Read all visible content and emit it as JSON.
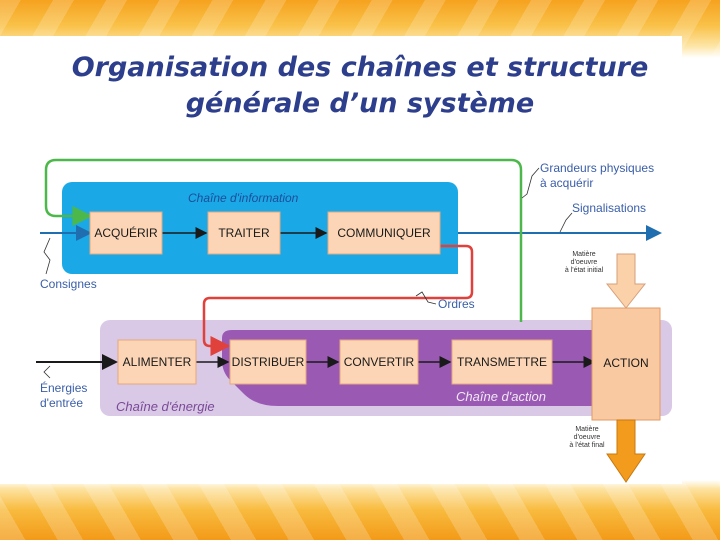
{
  "title": {
    "line1": "Organisation des chaînes et structure",
    "line2": "générale d’un système"
  },
  "information_chain": {
    "label": "Chaîne d'information",
    "blocks": [
      "ACQUÉRIR",
      "TRAITER",
      "COMMUNIQUER"
    ]
  },
  "energy_chain": {
    "label": "Chaîne d'énergie",
    "blocks": [
      "ALIMENTER"
    ]
  },
  "action_chain": {
    "label": "Chaîne d'action",
    "blocks": [
      "DISTRIBUER",
      "CONVERTIR",
      "TRANSMETTRE"
    ]
  },
  "action_block": "ACTION",
  "annotations": {
    "grandeurs": "Grandeurs physiques",
    "grandeurs2": "à acquérir",
    "signalisations": "Signalisations",
    "consignes": "Consignes",
    "ordres": "Ordres",
    "energies": "Énergies",
    "energies2": "d'entrée",
    "matiere_initial": [
      "Matière",
      "d'oeuvre",
      "à l'état initial"
    ],
    "matiere_final": [
      "Matière",
      "d'oeuvre",
      "à l'état final"
    ]
  },
  "colors": {
    "info_blue": "#1aa9e6",
    "energy_lilac": "#d9c8e6",
    "action_purple": "#9a5ab4",
    "box_peach": "#fbd5b5",
    "arrow_green": "#4cb84b",
    "arrow_red": "#e0413a",
    "arrow_blue": "#1f6fb0",
    "arrow_orange": "#f29b1c"
  }
}
